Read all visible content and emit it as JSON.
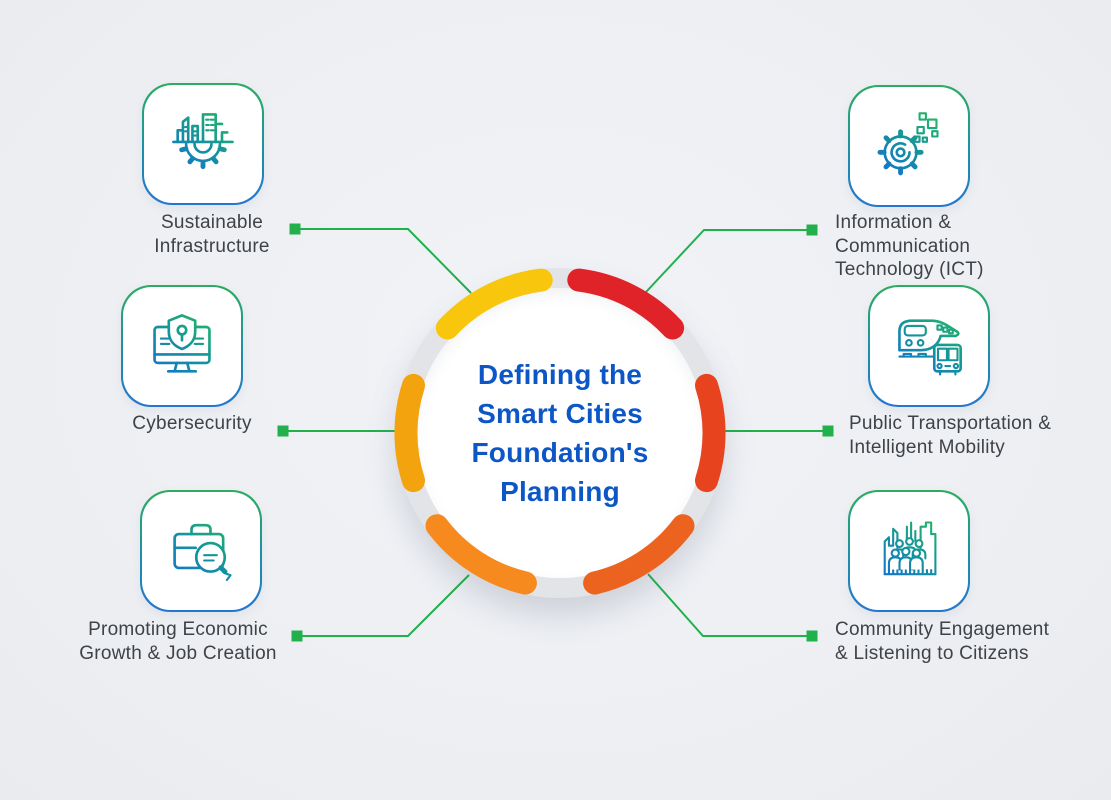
{
  "diagram": {
    "type": "radial hub-and-spoke infographic",
    "background_color": "#EDEFF3",
    "connector_color": "#21B04C"
  },
  "hub": {
    "title": "Defining the Smart Cities Foundation's Planning",
    "title_lines": [
      "Defining the",
      "Smart Cities",
      "Foundation's",
      "Planning"
    ],
    "title_color": "#0D56C6",
    "ring_color": "#E3E4E8",
    "arcs": [
      {
        "name": "arc-top-left",
        "color": "#F7C60D"
      },
      {
        "name": "arc-top-right",
        "color": "#E02328"
      },
      {
        "name": "arc-left",
        "color": "#F2A30D"
      },
      {
        "name": "arc-right",
        "color": "#E8431F"
      },
      {
        "name": "arc-bottom-left",
        "color": "#F68A1E"
      },
      {
        "name": "arc-bottom-right",
        "color": "#EC6320"
      }
    ]
  },
  "icon_gradient": {
    "from": "#24B566",
    "mid": "#13929F",
    "to": "#1571D0"
  },
  "nodes": [
    {
      "label": "Sustainable Infrastructure",
      "lines": [
        "Sustainable",
        "Infrastructure"
      ],
      "icon": "buildings-on-gear-icon"
    },
    {
      "label": "Cybersecurity",
      "lines": [
        "Cybersecurity"
      ],
      "icon": "monitor-shield-lock-icon"
    },
    {
      "label": "Promoting Economic Growth & Job Creation",
      "lines": [
        "Promoting Economic",
        "Growth & Job Creation"
      ],
      "icon": "briefcase-magnifier-icon"
    },
    {
      "label": "Information & Communication Technology (ICT)",
      "lines": [
        "Information &",
        "Communication",
        "Technology (ICT)"
      ],
      "icon": "gear-pixels-icon"
    },
    {
      "label": "Public Transportation & Intelligent Mobility",
      "lines": [
        "Public Transportation &",
        "Intelligent Mobility"
      ],
      "icon": "train-bus-icon"
    },
    {
      "label": "Community Engagement & Listening to Citizens",
      "lines": [
        "Community Engagement",
        "& Listening to Citizens"
      ],
      "icon": "city-crowd-icon"
    }
  ]
}
